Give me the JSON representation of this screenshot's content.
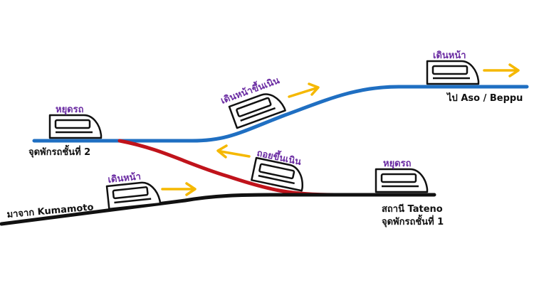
{
  "colors": {
    "upper_track": "#1f6fc2",
    "switchback": "#c0131b",
    "lower_track": "#111111",
    "arrow": "#f5b800",
    "action_text": "#6a2ba2",
    "place_text": "#111111"
  },
  "labels": {
    "to_aso_beppu": "ไป Aso / Beppu",
    "switchback_2": "จุดพักรถชั้นที่ 2",
    "from_kumamoto": "มาจาก Kumamoto",
    "tateno_station": "สถานี Tateno",
    "switchback_1": "จุดพักรถชั้นที่ 1"
  },
  "trains": [
    {
      "id": "train-lower-left",
      "action": "เดินหน้า",
      "direction": "forward"
    },
    {
      "id": "train-stop-1",
      "action": "หยุดรถ",
      "direction": "none"
    },
    {
      "id": "train-reverse",
      "action": "ถอยขึ้นเนิน",
      "direction": "back"
    },
    {
      "id": "train-stop-2",
      "action": "หยุดรถ",
      "direction": "none"
    },
    {
      "id": "train-climb",
      "action": "เดินหน้าขึ้นเนิน",
      "direction": "forward"
    },
    {
      "id": "train-top-right",
      "action": "เดินหน้า",
      "direction": "forward"
    }
  ]
}
